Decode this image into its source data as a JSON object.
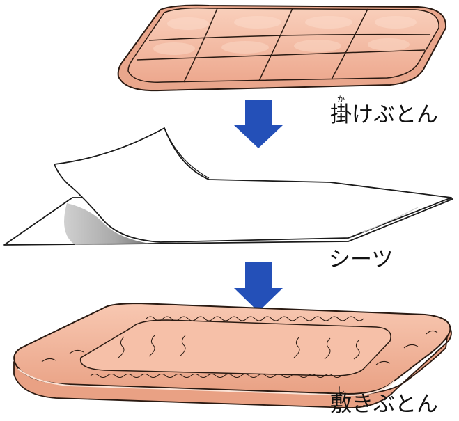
{
  "colors": {
    "futon_fill": "#f6c3ad",
    "futon_edge": "#e7a58a",
    "outline": "#2a1a12",
    "arrow": "#2450b8",
    "sheet_shadow": "#8a8a8a"
  },
  "icons": [
    "kake-futon-icon",
    "sheet-icon",
    "shiki-futon-icon",
    "arrow-down-icon"
  ],
  "labels": {
    "kake": {
      "text": "掛けぶとん",
      "ruby": "か"
    },
    "sheet": {
      "text": "シーツ"
    },
    "shiki": {
      "text": "敷きぶとん",
      "ruby": "し"
    }
  }
}
